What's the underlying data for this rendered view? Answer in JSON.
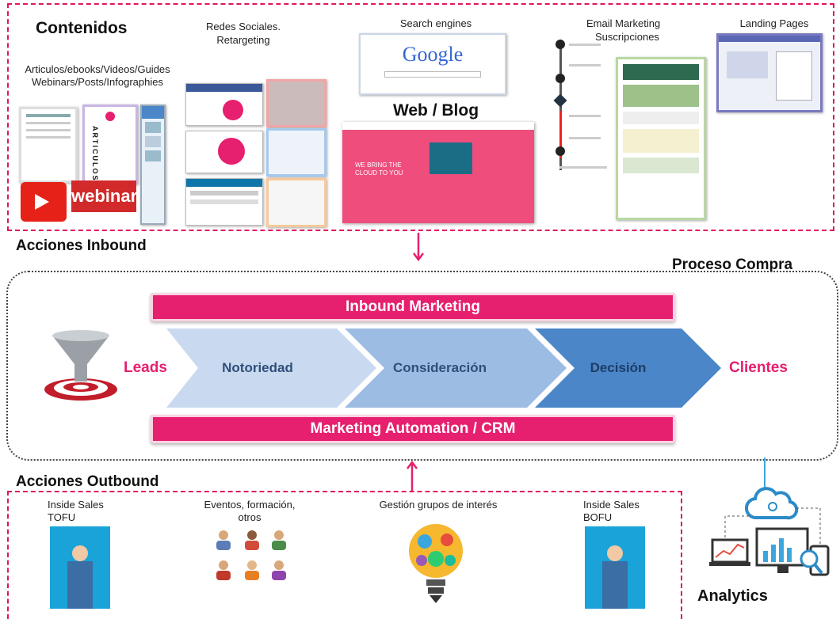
{
  "top": {
    "contenidos": "Contenidos",
    "contenidos_sub1": "Articulos/ebooks/Videos/Guides",
    "contenidos_sub2": "Webinars/Posts/Infographies",
    "articulos": "ARTICULOS",
    "webinar": "webinar",
    "redes1": "Redes Sociales.",
    "redes2": "Retargeting",
    "search": "Search engines",
    "google": "Google",
    "webblog": "Web / Blog",
    "web_hero": "WE BRING THE CLOUD TO YOU",
    "email1": "Email Marketing",
    "email2": "Suscripciones",
    "landing": "Landing  Pages"
  },
  "acciones_inbound": "Acciones Inbound",
  "proceso_compra": "Proceso Compra",
  "funnel": {
    "inbound_marketing": "Inbound Marketing",
    "leads": "Leads",
    "stages": [
      "Notoriedad",
      "Consideración",
      "Decisión"
    ],
    "clientes": "Clientes",
    "automation": "Marketing Automation / CRM"
  },
  "acciones_outbound": "Acciones Outbound",
  "outbound": {
    "inside_tofu_1": "Inside Sales",
    "inside_tofu_2": "TOFU",
    "eventos_1": "Eventos, formación,",
    "eventos_2": "otros",
    "gestion": "Gestión grupos de interés",
    "inside_bofu_1": "Inside Sales",
    "inside_bofu_2": "BOFU"
  },
  "analytics": "Analytics",
  "colors": {
    "accent": "#e61f6e",
    "stage1": "#c9daf0",
    "stage2": "#9dbce4",
    "stage3": "#4a86c8"
  }
}
